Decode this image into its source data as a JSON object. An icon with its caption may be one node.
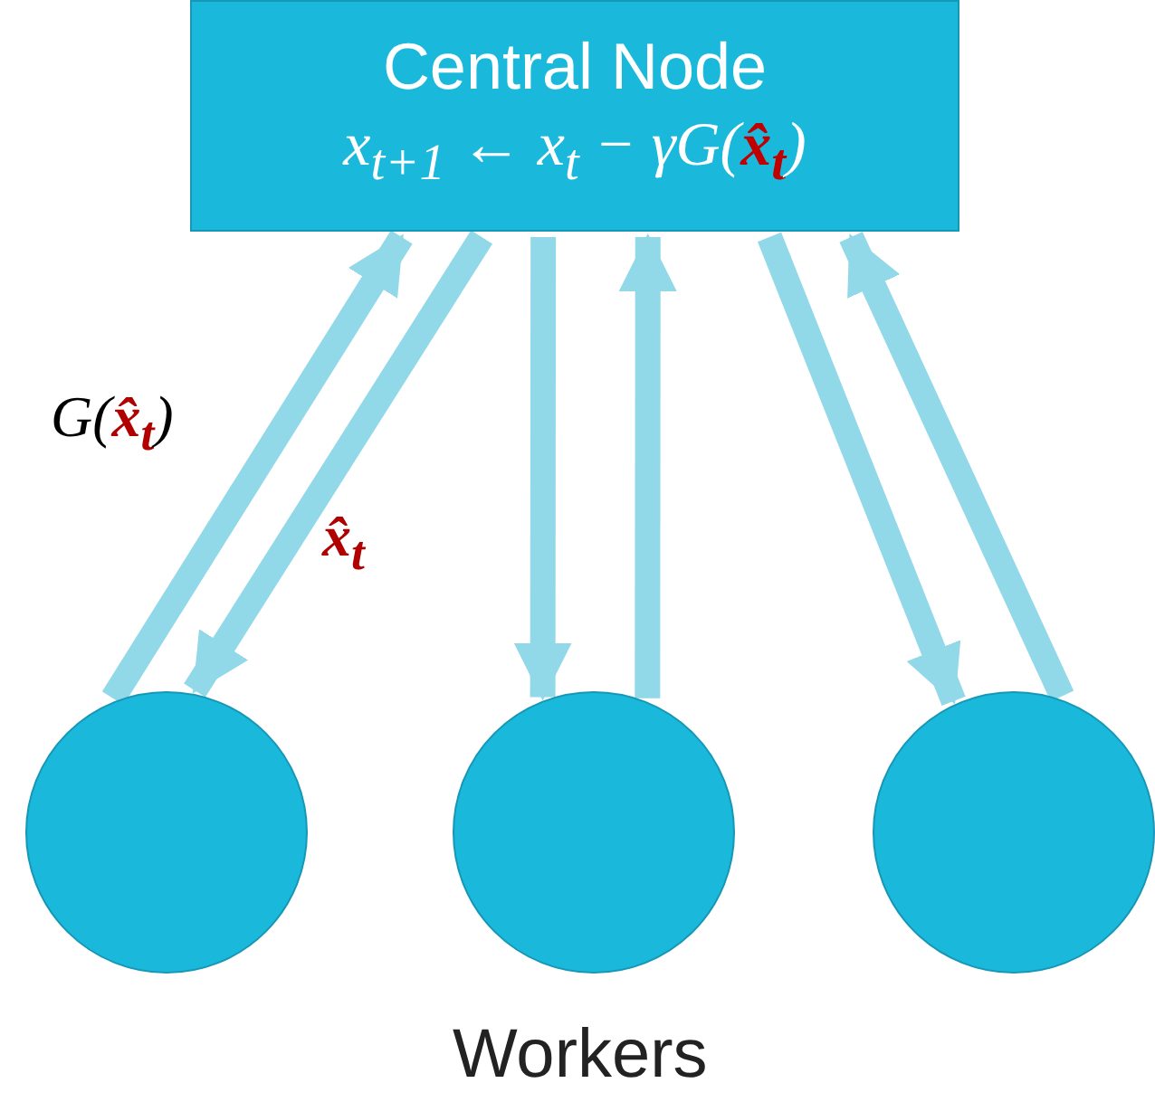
{
  "diagram": {
    "nodes": [
      {
        "text": [
          "Central Node",
          "x$_{t+1}$ ← x$_{t}$ − γG(**x̂$_{t}$**)"
        ]
      },
      {
        "text": [],
        "shape": "circle"
      },
      {
        "text": [],
        "shape": "circle"
      },
      {
        "text": [],
        "shape": "circle"
      }
    ],
    "edges": [
      {
        "from": 1,
        "to": 0,
        "arrow": "to",
        "label": "G(**x̂$_{t}$**)"
      },
      {
        "from": 0,
        "to": 1,
        "arrow": "to",
        "label": "**x̂$_{t}$**"
      },
      {
        "from": 0,
        "to": 2,
        "arrow": "to"
      },
      {
        "from": 2,
        "to": 0,
        "arrow": "to"
      },
      {
        "from": 0,
        "to": 3,
        "arrow": "to"
      },
      {
        "from": 3,
        "to": 0,
        "arrow": "to"
      }
    ],
    "labels": [
      "Workers"
    ]
  }
}
